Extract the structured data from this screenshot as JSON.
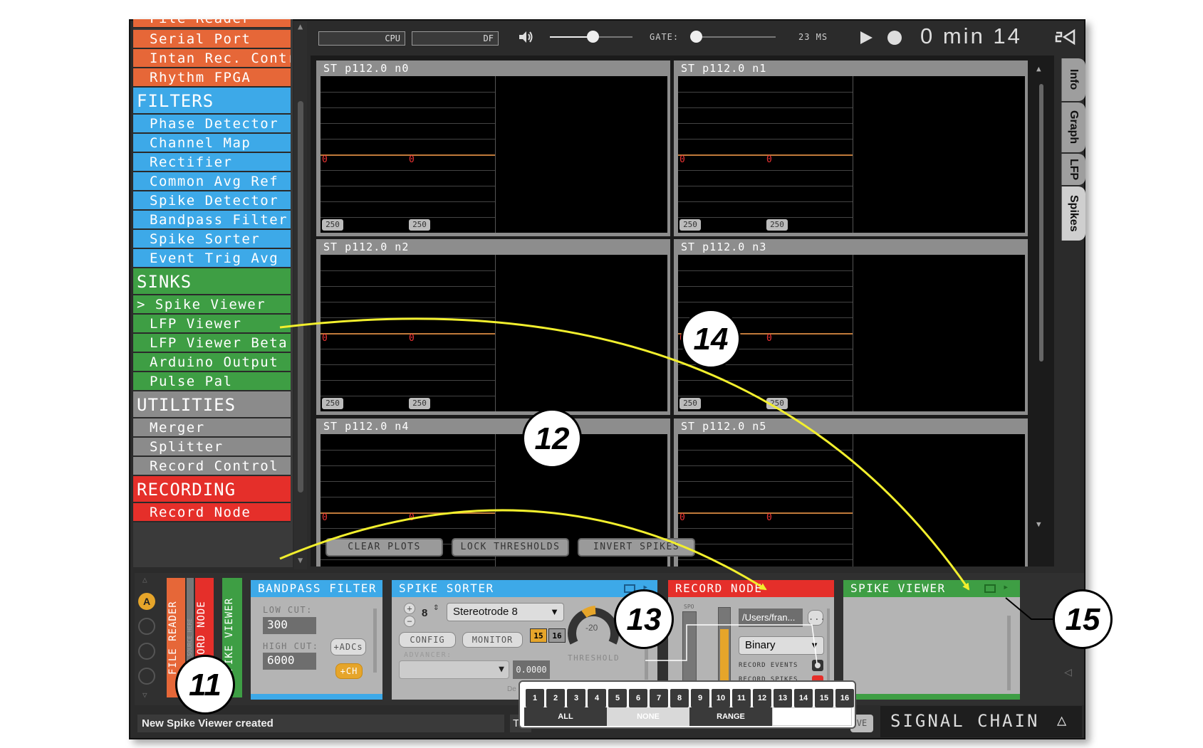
{
  "sources": [
    "File Reader",
    "Serial Port",
    "Intan Rec. Controller",
    "Rhythm FPGA"
  ],
  "categories": {
    "filters": "FILTERS",
    "sinks": "SINKS",
    "utilities": "UTILITIES",
    "recording": "RECORDING"
  },
  "filters": [
    "Phase Detector",
    "Channel Map",
    "Rectifier",
    "Common Avg Ref",
    "Spike Detector",
    "Bandpass Filter",
    "Spike Sorter",
    "Event Trig Avg"
  ],
  "sinks": [
    "> Spike Viewer",
    "LFP Viewer",
    "LFP Viewer Beta",
    "Arduino Output",
    "Pulse Pal"
  ],
  "utilities": [
    "Merger",
    "Splitter",
    "Record Control"
  ],
  "recording": [
    "Record Node"
  ],
  "topbar": {
    "cpu": "CPU",
    "df": "DF",
    "gate": "GATE:",
    "ms": "23 MS",
    "timer": "0 min 14",
    "volume_level": 0.52,
    "gate_level": 0.0
  },
  "tiles": [
    {
      "title": "ST  p112.0 n0",
      "zero1": "0",
      "zero2": "0",
      "tag1": "250",
      "tag2": "250"
    },
    {
      "title": "ST  p112.0 n1",
      "zero1": "0",
      "zero2": "0",
      "tag1": "250",
      "tag2": "250"
    },
    {
      "title": "ST  p112.0 n2",
      "zero1": "0",
      "zero2": "0",
      "tag1": "250",
      "tag2": "250"
    },
    {
      "title": "ST  p112.0 n3",
      "zero1": "0",
      "zero2": "0",
      "tag1": "250",
      "tag2": "250"
    },
    {
      "title": "ST  p112.0 n4",
      "zero1": "0",
      "zero2": "0"
    },
    {
      "title": "ST  p112.0 n5",
      "zero1": "0",
      "zero2": "0"
    }
  ],
  "viewer_buttons": {
    "clear": "CLEAR PLOTS",
    "lock": "LOCK THRESHOLDS",
    "invert": "INVERT SPIKES"
  },
  "side_tabs": [
    "Info",
    "Graph",
    "LFP",
    "Spikes"
  ],
  "chain": {
    "tab_a": "A",
    "vtabs": [
      "FILE READER",
      "RECORD NODE",
      "SPIKE VIEWER"
    ],
    "source_here": "SOURCE HERE",
    "bandpass": {
      "title": "BANDPASS FILTER",
      "low_label": "LOW CUT:",
      "low": "300",
      "high_label": "HIGH CUT:",
      "high": "6000",
      "adcs": "+ADCs",
      "ch": "+CH"
    },
    "sorter": {
      "title": "SPIKE SORTER",
      "count": "8",
      "type": "Stereotrode 8",
      "config": "CONFIG",
      "monitor": "MONITOR",
      "b15": "15",
      "b16": "16",
      "advancer": "ADVANCER:",
      "value": "0.0000",
      "threshold": "THRESHOLD",
      "knob_val": "-20",
      "de": "De"
    },
    "record": {
      "title": "RECORD NODE",
      "spo": "SPO",
      "path": "/Users/fran...",
      "browse": "...",
      "format": "Binary",
      "events": "RECORD EVENTS",
      "spikes": "RECORD SPIKES"
    },
    "viewer": {
      "title": "SPIKE VIEWER"
    }
  },
  "status": {
    "message": "New Spike Viewer created",
    "t": "T",
    "save": "VE",
    "signal_chain": "SIGNAL CHAIN"
  },
  "popup": {
    "channels": [
      "1",
      "2",
      "3",
      "4",
      "5",
      "6",
      "7",
      "8",
      "9",
      "10",
      "11",
      "12",
      "13",
      "14",
      "15",
      "16"
    ],
    "all": "ALL",
    "none": "NONE",
    "range": "RANGE"
  },
  "callouts": [
    "11",
    "12",
    "13",
    "14",
    "15"
  ],
  "colors": {
    "sources": "#e66738",
    "filters": "#3da9e8",
    "sinks": "#3e9e44",
    "utilities": "#8b8b8b",
    "recording": "#e52f2a",
    "arrow": "#f2ef2d"
  }
}
